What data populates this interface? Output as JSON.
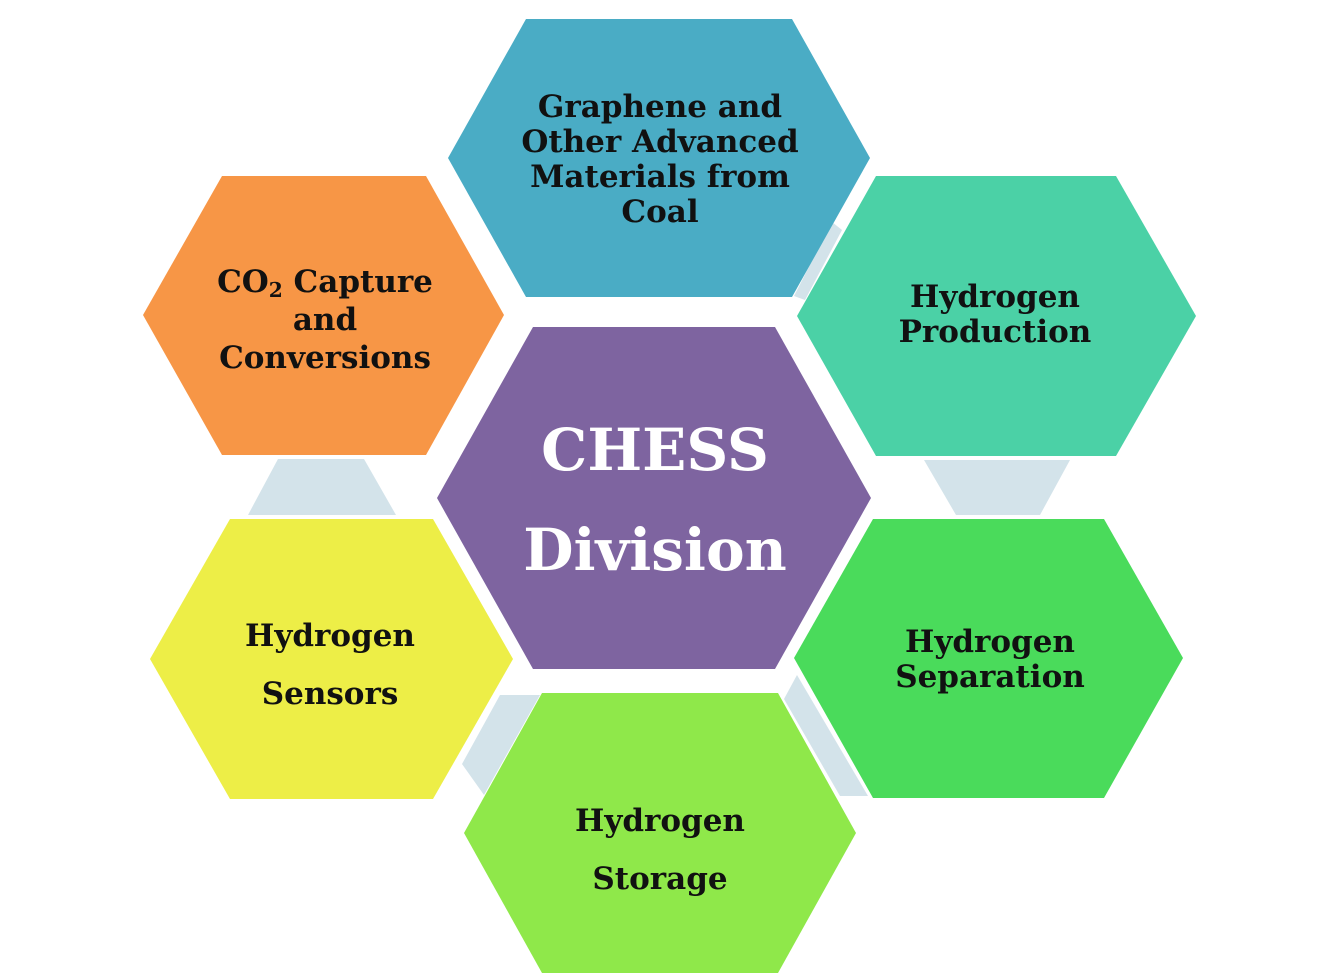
{
  "center": {
    "line1": "CHESS",
    "line2": "Division",
    "color": "#7E64A0"
  },
  "nodes": {
    "graphene": {
      "lines": [
        "Graphene and",
        "Other Advanced",
        "Materials from",
        "Coal"
      ],
      "color": "#4AACC5"
    },
    "h2_production": {
      "lines": [
        "Hydrogen",
        "Production"
      ],
      "color": "#4BD1A6"
    },
    "co2": {
      "prefix": "CO",
      "subscript": "2",
      "suffix": " Capture",
      "line2": "and",
      "line3": "Conversions",
      "color": "#F79646"
    },
    "h2_sensors": {
      "lines": [
        "Hydrogen",
        "Sensors"
      ],
      "color": "#EDEE47"
    },
    "h2_separation": {
      "lines": [
        "Hydrogen",
        "Separation"
      ],
      "color": "#4ADB5B"
    },
    "h2_storage": {
      "lines": [
        "Hydrogen",
        "Storage"
      ],
      "color": "#8FE84A"
    }
  },
  "connector_color": "#D3E3EA"
}
